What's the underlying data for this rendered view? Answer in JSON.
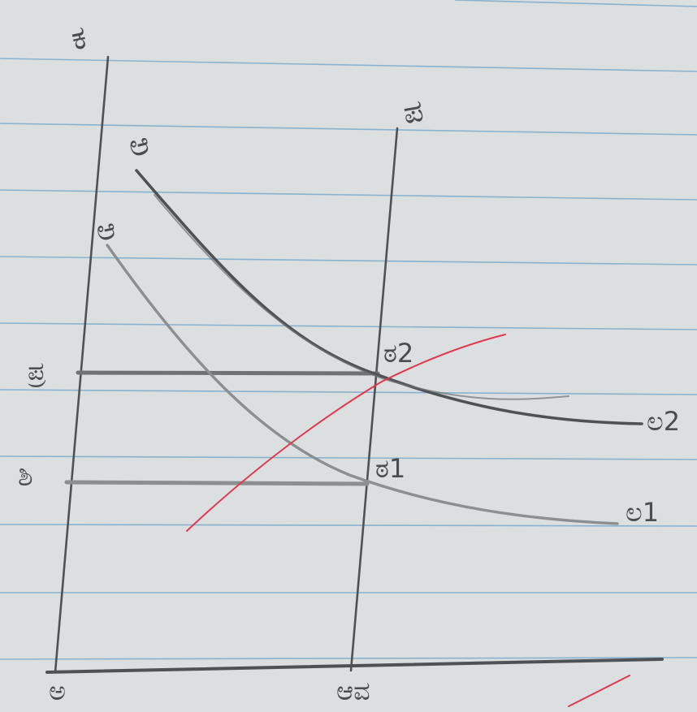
{
  "colors": {
    "paper": "#dcdfe0",
    "rule_line": "#6fa3c8",
    "margin_line": "#d98a96",
    "pencil_dark": "#4f5255",
    "pencil_mid": "#6f7275",
    "pencil_light": "#8c8f91",
    "red_ink": "#e0394f"
  },
  "diagram": {
    "y_axis_label": "ಕ",
    "origin_label": "ಅ",
    "supply_line_label": "ಪ",
    "supply_line_base_label": "ಆವ",
    "curve_d2_top_label": "ಆ",
    "curve_d1_top_label": "ಆ",
    "curve_d2_end_label": "ಲ2",
    "curve_d1_end_label": "ಲ1",
    "point_e2_label": "ಠ2",
    "point_e1_label": "ಠ1",
    "price_high_label": "ಪ್ರ",
    "price_low_label": "ಶಿ"
  }
}
